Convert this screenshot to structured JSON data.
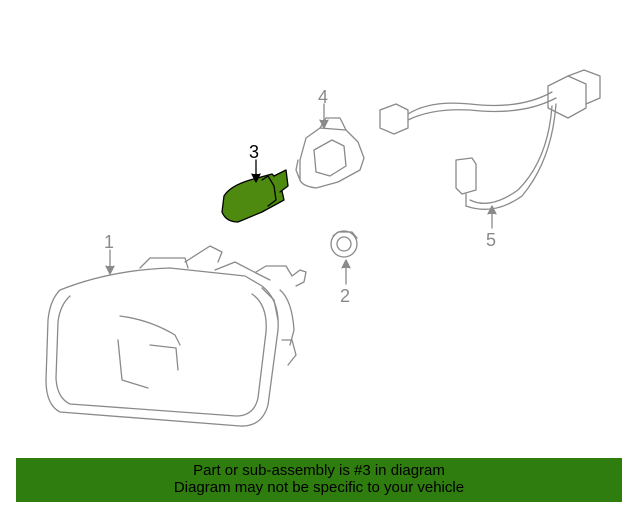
{
  "diagram": {
    "callouts": {
      "c1": "1",
      "c2": "2",
      "c3": "3",
      "c4": "4",
      "c5": "5"
    },
    "highlight_color": "#4f8a10",
    "line_color": "#8a8a8a"
  },
  "banner": {
    "line1": "Part or sub-assembly is #3 in diagram",
    "line2": "Diagram may not be specific to your vehicle",
    "background": "#2e7d0e"
  }
}
